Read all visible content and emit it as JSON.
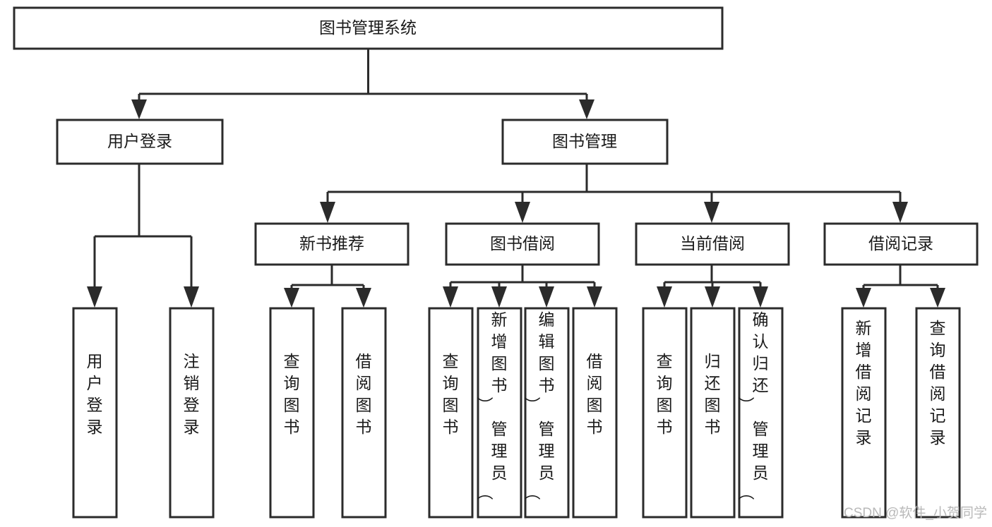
{
  "diagram": {
    "title": "图书管理系统",
    "type": "tree",
    "watermark": "CSDN @软件_小贺同学",
    "colors": {
      "stroke": "#2b2b2b",
      "fill": "#ffffff",
      "text": "#1a1a1a",
      "watermark": "#b9b9b9",
      "background": "#ffffff"
    },
    "nodes": {
      "root": {
        "label": "图书管理系统"
      },
      "level2": [
        {
          "id": "user-login",
          "label": "用户登录"
        },
        {
          "id": "book-management",
          "label": "图书管理"
        }
      ],
      "level3": [
        {
          "id": "new-book-recommend",
          "label": "新书推荐"
        },
        {
          "id": "book-borrow",
          "label": "图书借阅"
        },
        {
          "id": "current-borrow",
          "label": "当前借阅"
        },
        {
          "id": "borrow-record",
          "label": "借阅记录"
        }
      ],
      "leaves": {
        "user-login": [
          {
            "id": "leaf-user-login",
            "label": "用户登录"
          },
          {
            "id": "leaf-logout-login",
            "label": "注销登录"
          }
        ],
        "new-book-recommend": [
          {
            "id": "leaf-query-book-1",
            "label": "查询图书"
          },
          {
            "id": "leaf-borrow-book-1",
            "label": "借阅图书"
          }
        ],
        "book-borrow": [
          {
            "id": "leaf-query-book-2",
            "label": "查询图书"
          },
          {
            "id": "leaf-add-book",
            "label": "新增图书（管理员）"
          },
          {
            "id": "leaf-edit-book",
            "label": "编辑图书（管理员）"
          },
          {
            "id": "leaf-borrow-book-2",
            "label": "借阅图书"
          }
        ],
        "current-borrow": [
          {
            "id": "leaf-query-book-3",
            "label": "查询图书"
          },
          {
            "id": "leaf-return-book",
            "label": "归还图书"
          },
          {
            "id": "leaf-confirm-return",
            "label": "确认归还（管理员）"
          }
        ],
        "borrow-record": [
          {
            "id": "leaf-add-record",
            "label": "新增借阅记录"
          },
          {
            "id": "leaf-query-record",
            "label": "查询借阅记录"
          }
        ]
      }
    }
  }
}
